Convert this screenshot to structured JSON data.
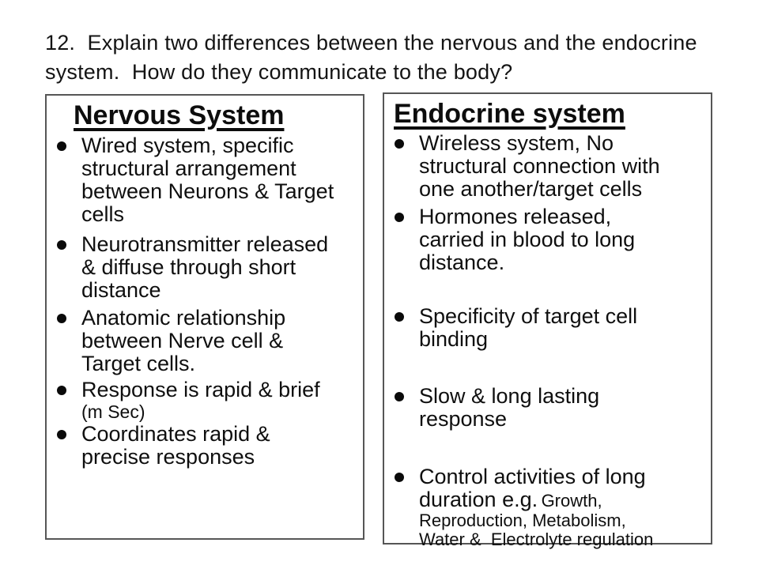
{
  "question": {
    "text": "12.  Explain two differences between the nervous and the endocrine\nsystem.  How do they communicate to the body?"
  },
  "left_panel": {
    "title": "Nervous System",
    "bullets": [
      {
        "main": "Wired system, specific\nstructural arrangement\nbetween Neurons & Target\ncells"
      },
      {
        "main": "Neurotransmitter released\n& diffuse through short\ndistance"
      },
      {
        "main": "Anatomic relationship\nbetween Nerve cell &\nTarget cells."
      },
      {
        "main": "Response is rapid & brief",
        "small": "(m Sec)",
        "small_layout": "block"
      },
      {
        "main": "Coordinates rapid &\nprecise responses"
      }
    ]
  },
  "right_panel": {
    "title": "Endocrine system",
    "bullets": [
      {
        "main": "Wireless system, No\nstructural connection with\none another/target cells"
      },
      {
        "main": "Hormones released,\ncarried in blood to long\ndistance."
      },
      {
        "main": "Specificity of target cell\nbinding"
      },
      {
        "main": "Slow & long lasting\nresponse"
      },
      {
        "main": "Control activities of long\nduration e.g.",
        "small": "Growth,\nReproduction, Metabolism,\nWater &  Electrolyte regulation",
        "small_layout": "inline"
      }
    ]
  },
  "colors": {
    "background": "#ffffff",
    "text": "#111111",
    "panel_border": "#565656",
    "bullet_dot": "#0a0a0a"
  }
}
